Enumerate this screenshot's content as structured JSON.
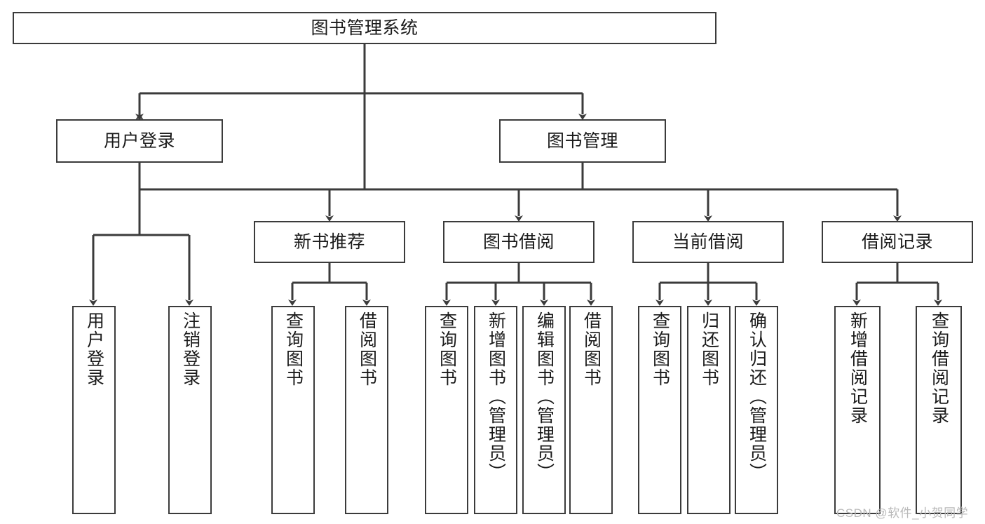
{
  "diagram": {
    "type": "hierarchy-tree",
    "title": "图书管理系统",
    "watermark": "CSDN @软件_小贺同学",
    "colors": {
      "stroke": "#3b3b3b",
      "fill": "#ffffff",
      "text": "#1a1a1a",
      "watermark": "#b9b9b9"
    },
    "nodes": {
      "root": {
        "label": "图书管理系统"
      },
      "level2": [
        {
          "id": "user-login",
          "label": "用户登录"
        },
        {
          "id": "book-manage",
          "label": "图书管理"
        }
      ],
      "level3": [
        {
          "id": "new-book-recommend",
          "label": "新书推荐"
        },
        {
          "id": "book-borrow",
          "label": "图书借阅"
        },
        {
          "id": "current-borrow",
          "label": "当前借阅"
        },
        {
          "id": "borrow-record",
          "label": "借阅记录"
        }
      ],
      "leaves": [
        {
          "id": "leaf-user-login",
          "label": "用户登录"
        },
        {
          "id": "leaf-logout-login",
          "label": "注销登录"
        },
        {
          "id": "leaf-query-book-1",
          "label": "查询图书"
        },
        {
          "id": "leaf-borrow-book-1",
          "label": "借阅图书"
        },
        {
          "id": "leaf-query-book-2",
          "label": "查询图书"
        },
        {
          "id": "leaf-add-book-admin",
          "label": "新增图书（管理员）"
        },
        {
          "id": "leaf-edit-book-admin",
          "label": "编辑图书（管理员）"
        },
        {
          "id": "leaf-borrow-book-2",
          "label": "借阅图书"
        },
        {
          "id": "leaf-query-book-3",
          "label": "查询图书"
        },
        {
          "id": "leaf-return-book",
          "label": "归还图书"
        },
        {
          "id": "leaf-confirm-return-admin",
          "label": "确认归还（管理员）"
        },
        {
          "id": "leaf-add-borrow-record",
          "label": "新增借阅记录"
        },
        {
          "id": "leaf-query-borrow-record",
          "label": "查询借阅记录"
        }
      ]
    }
  }
}
